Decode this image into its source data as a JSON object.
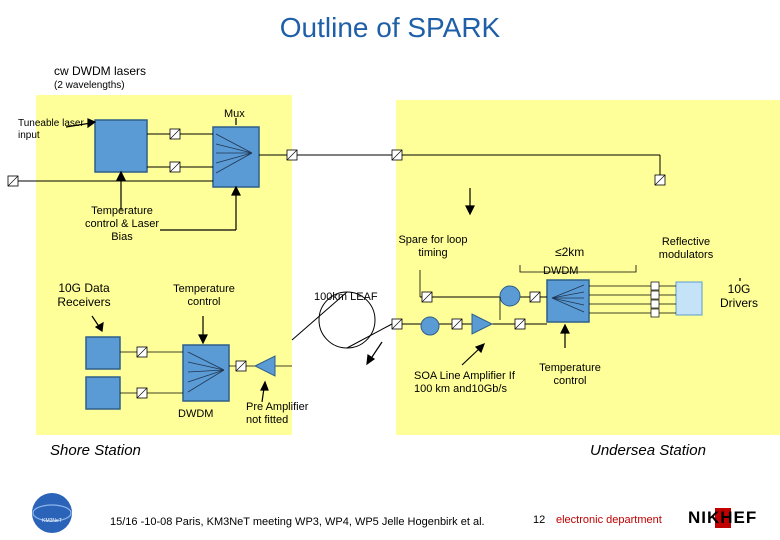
{
  "title": "Outline of SPARK",
  "labels": {
    "cw_lasers": "cw DWDM lasers",
    "wavelengths": "(2 wavelengths)",
    "tuneable": "Tuneable laser input",
    "mux": "Mux",
    "temp_bias": "Temperature control & Laser Bias",
    "receivers": "10G Data Receivers",
    "temp_control_shore": "Temperature control",
    "leaf": "100km LEAF",
    "spare": "Spare for loop timing",
    "le2km": "≤2km",
    "dwdm_sea": "DWDM",
    "reflective": "Reflective modulators",
    "drivers": "10G Drivers",
    "soa": "SOA Line Amplifier If 100 km and10Gb/s",
    "temp_control_sea": "Temperature control",
    "dwdm_shore": "DWDM",
    "preamp": "Pre Amplifier not fitted"
  },
  "stations": {
    "shore": "Shore Station",
    "undersea": "Undersea Station"
  },
  "footer": {
    "logo_left": "KM3NeT",
    "meeting": "15/16 -10-08 Paris, KM3NeT meeting WP3, WP4, WP5 Jelle Hogenbirk et al.",
    "page": "12",
    "department": "electronic department",
    "logo_right": "NIKHEF"
  },
  "colors": {
    "title": "#1f5fa8",
    "station_bg": "#ffff99",
    "box_fill": "#5b9bd5",
    "box_stroke": "#2e5f8a",
    "accent_red": "#c00000"
  }
}
